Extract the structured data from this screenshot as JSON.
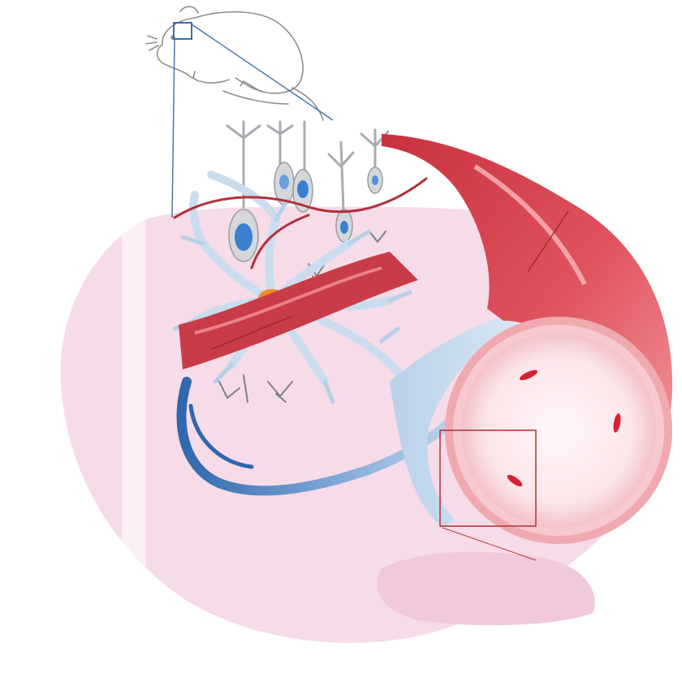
{
  "figure": {
    "labels": [],
    "colors": {
      "background_blob": "#f6dbe8",
      "background_blob_light": "#fbeef4",
      "astrocyte": "#c9ddef",
      "astrocyte_dark": "#9fc0e2",
      "vein_blue": "#3f78b8",
      "vessel_red": "#e0545f",
      "vessel_dark": "#b3303b",
      "vessel_light": "#f4a3a8",
      "lumen": "#fbe9ec",
      "nucleus_blue": "#3b7fd0",
      "nucleus_orange": "#f08a2a",
      "neuron_gray": "#c7c9cd",
      "mouse_outline": "#8e8e8e",
      "zoom_box_blue": "#3f6fa6",
      "zoom_box_red": "#b53b3b"
    },
    "icons": [
      "mouse-illustration",
      "astrocyte-cell",
      "blood-vessel-cross-section",
      "neuron-cluster"
    ]
  }
}
